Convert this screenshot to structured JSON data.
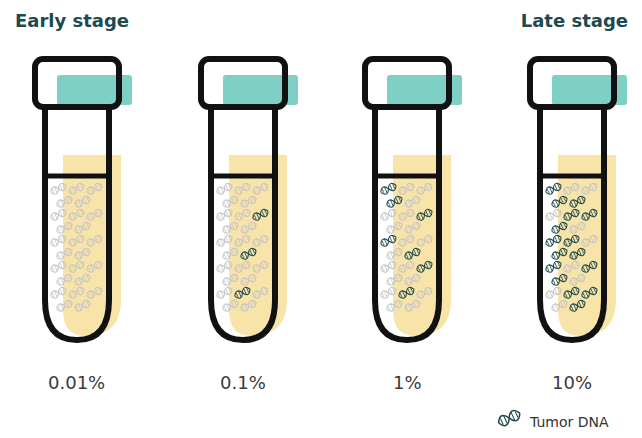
{
  "diagram": {
    "labels": [
      "Early stage",
      "Late stage",
      "0.01%",
      "0.1%",
      "1%",
      "10%"
    ],
    "legend": [
      {
        "text": "Tumor DNA"
      }
    ]
  }
}
